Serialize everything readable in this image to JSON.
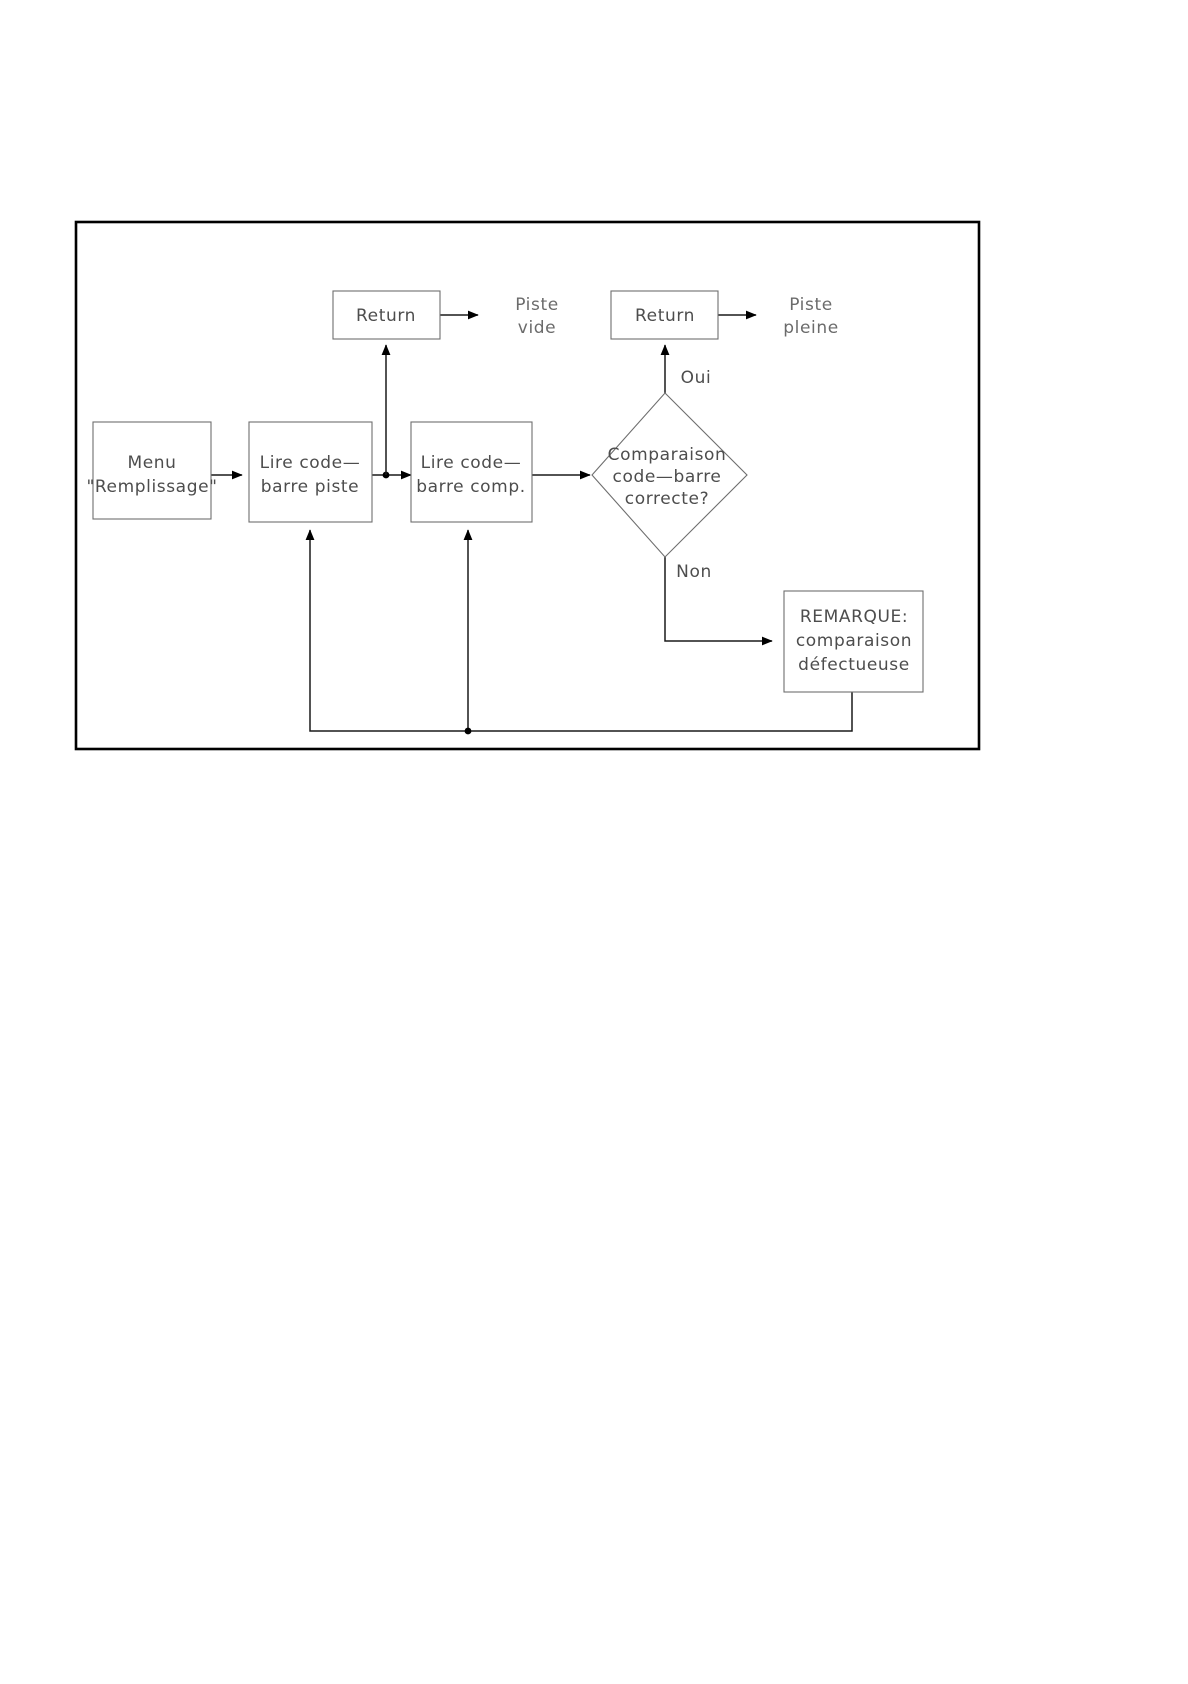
{
  "diagram": {
    "title": "Flowchart - Menu Remplissage (lecture code-barre)",
    "language": "fr",
    "frame": {
      "stroke_color": "#000000"
    },
    "nodes": [
      {
        "id": "menu",
        "type": "process",
        "lines": [
          "Menu",
          "\"Remplissage\""
        ]
      },
      {
        "id": "lire-piste",
        "type": "process",
        "lines": [
          "Lire code—",
          "barre piste"
        ]
      },
      {
        "id": "lire-comp",
        "type": "process",
        "lines": [
          "Lire code—",
          "barre comp."
        ]
      },
      {
        "id": "return-vide",
        "type": "terminator",
        "lines": [
          "Return"
        ]
      },
      {
        "id": "return-pleine",
        "type": "terminator",
        "lines": [
          "Return"
        ]
      },
      {
        "id": "comparaison",
        "type": "decision",
        "lines": [
          "Comparaison",
          "code—barre",
          "correcte?"
        ]
      },
      {
        "id": "remarque",
        "type": "process",
        "lines": [
          "REMARQUE:",
          "comparaison",
          "défectueuse"
        ]
      }
    ],
    "edge_labels": [
      {
        "id": "oui",
        "text": "Oui"
      },
      {
        "id": "non",
        "text": "Non"
      }
    ],
    "free_labels": [
      {
        "id": "piste-vide",
        "lines": [
          "Piste",
          "vide"
        ]
      },
      {
        "id": "piste-pleine",
        "lines": [
          "Piste",
          "pleine"
        ]
      }
    ]
  }
}
